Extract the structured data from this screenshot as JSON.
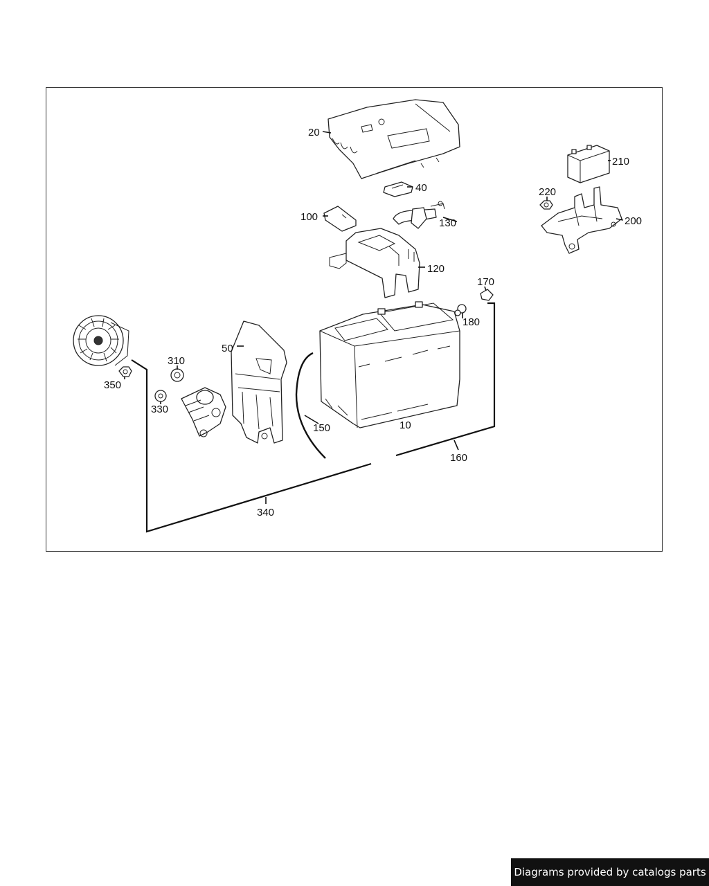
{
  "diagram": {
    "labels": {
      "p10": "10",
      "p20": "20",
      "p40": "40",
      "p50": "50",
      "p100": "100",
      "p120": "120",
      "p130": "130",
      "p150": "150",
      "p160": "160",
      "p170": "170",
      "p180": "180",
      "p200": "200",
      "p210": "210",
      "p220": "220",
      "p310": "310",
      "p330": "330",
      "p340": "340",
      "p350": "350"
    }
  },
  "footer": {
    "text": "Diagrams provided by catalogs parts",
    "background": "#111111",
    "color": "#ffffff"
  }
}
